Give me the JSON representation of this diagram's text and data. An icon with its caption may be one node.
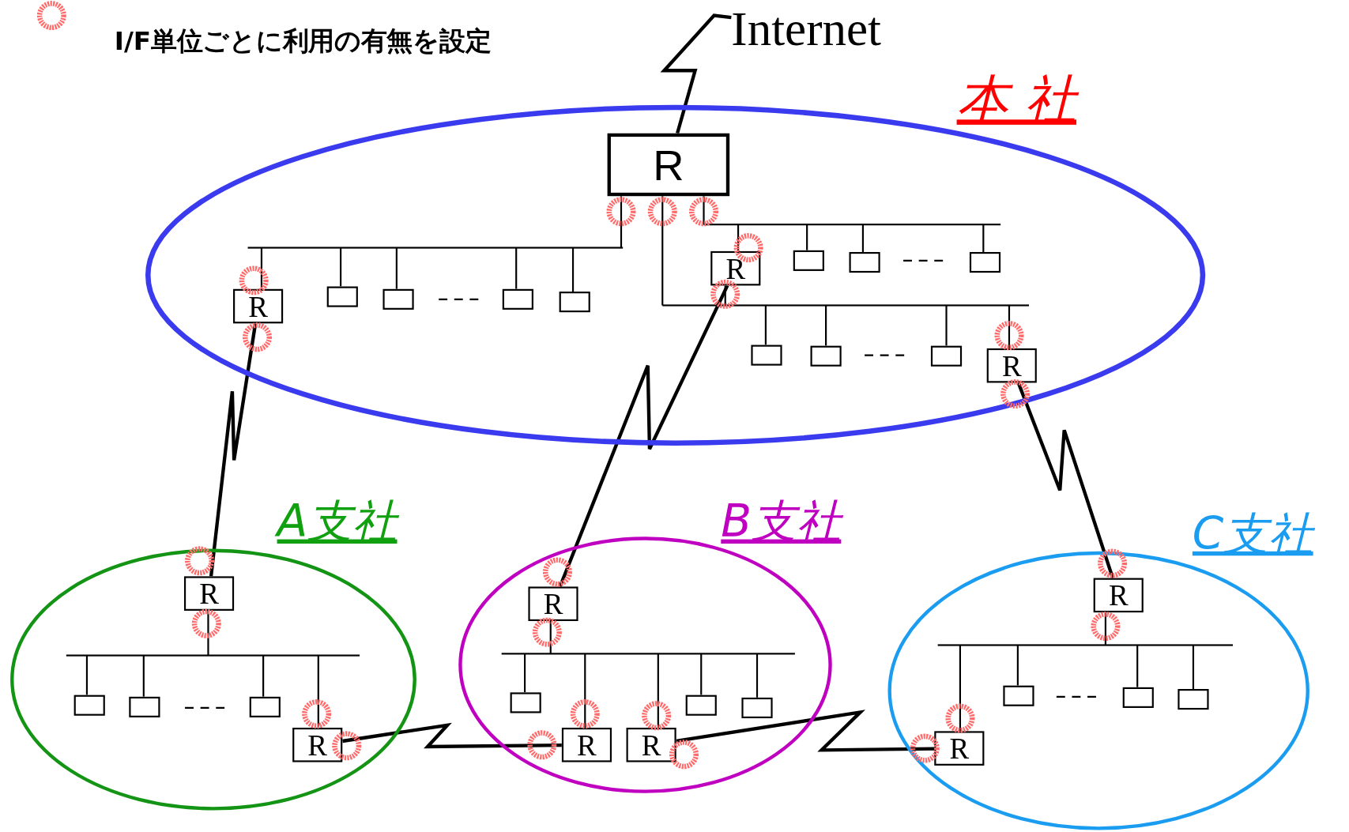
{
  "diagram": {
    "nodes": [
      {
        "text": [
          "Internet"
        ]
      },
      {
        "text": [
          "本 社"
        ]
      },
      {
        "text": [
          "R"
        ],
        "in": 1
      },
      {
        "text": [
          "R"
        ],
        "in": 1
      },
      {
        "text": [
          "R"
        ],
        "in": 1
      },
      {
        "text": [
          "R"
        ],
        "in": 1
      },
      {
        "text": [],
        "shape": "box",
        "in": 1
      },
      {
        "text": [],
        "shape": "box",
        "in": 1
      },
      {
        "text": [],
        "shape": "box",
        "in": 1
      },
      {
        "text": [],
        "shape": "box",
        "in": 1
      },
      {
        "text": [],
        "shape": "box",
        "in": 1
      },
      {
        "text": [],
        "shape": "box",
        "in": 1
      },
      {
        "text": [],
        "shape": "box",
        "in": 1
      },
      {
        "text": [],
        "shape": "box",
        "in": 1
      },
      {
        "text": [],
        "shape": "box",
        "in": 1
      },
      {
        "text": [],
        "shape": "box",
        "in": 1
      },
      {
        "text": [
          "A支社"
        ]
      },
      {
        "text": [
          "R"
        ],
        "in": 16
      },
      {
        "text": [
          "R"
        ],
        "in": 16
      },
      {
        "text": [],
        "shape": "box",
        "in": 16
      },
      {
        "text": [],
        "shape": "box",
        "in": 16
      },
      {
        "text": [],
        "shape": "box",
        "in": 16
      },
      {
        "text": [
          "B支社"
        ]
      },
      {
        "text": [
          "R"
        ],
        "in": 22
      },
      {
        "text": [
          "R"
        ],
        "in": 22
      },
      {
        "text": [
          "R"
        ],
        "in": 22
      },
      {
        "text": [],
        "shape": "box",
        "in": 22
      },
      {
        "text": [],
        "shape": "box",
        "in": 22
      },
      {
        "text": [],
        "shape": "box",
        "in": 22
      },
      {
        "text": [
          "C支社"
        ]
      },
      {
        "text": [
          "R"
        ],
        "in": 29
      },
      {
        "text": [
          "R"
        ],
        "in": 29
      },
      {
        "text": [],
        "shape": "box",
        "in": 29
      },
      {
        "text": [],
        "shape": "box",
        "in": 29
      },
      {
        "text": [],
        "shape": "box",
        "in": 29
      },
      {
        "text": [],
        "shape": "bar",
        "in": 1
      },
      {
        "text": [],
        "shape": "bar",
        "in": 1
      },
      {
        "text": [],
        "shape": "bar",
        "in": 1
      },
      {
        "text": [],
        "shape": "bar",
        "in": 16
      },
      {
        "text": [],
        "shape": "bar",
        "in": 22
      },
      {
        "text": [],
        "shape": "bar",
        "in": 29
      }
    ],
    "edges": [
      {
        "from": 0,
        "to": 2,
        "arrow": "none"
      },
      {
        "from": 3,
        "to": 17,
        "arrow": "none"
      },
      {
        "from": 4,
        "to": 23,
        "arrow": "none"
      },
      {
        "from": 5,
        "to": 30,
        "arrow": "none"
      },
      {
        "from": 18,
        "to": 24,
        "arrow": "none"
      },
      {
        "from": 25,
        "to": 31,
        "arrow": "none"
      },
      {
        "from": 2,
        "to": 35,
        "arrow": "none"
      },
      {
        "from": 35,
        "to": 3,
        "arrow": "none"
      },
      {
        "from": 35,
        "to": 6,
        "arrow": "none"
      },
      {
        "from": 35,
        "to": 7,
        "arrow": "none"
      },
      {
        "from": 35,
        "to": 8,
        "arrow": "none"
      },
      {
        "from": 35,
        "to": 9,
        "arrow": "none"
      },
      {
        "from": 2,
        "to": 36,
        "arrow": "none"
      },
      {
        "from": 36,
        "to": 4,
        "arrow": "none"
      },
      {
        "from": 36,
        "to": 10,
        "arrow": "none"
      },
      {
        "from": 36,
        "to": 11,
        "arrow": "none"
      },
      {
        "from": 36,
        "to": 12,
        "arrow": "none"
      },
      {
        "from": 2,
        "to": 37,
        "arrow": "none"
      },
      {
        "from": 37,
        "to": 4,
        "arrow": "none"
      },
      {
        "from": 37,
        "to": 13,
        "arrow": "none"
      },
      {
        "from": 37,
        "to": 14,
        "arrow": "none"
      },
      {
        "from": 37,
        "to": 15,
        "arrow": "none"
      },
      {
        "from": 37,
        "to": 5,
        "arrow": "none"
      },
      {
        "from": 17,
        "to": 38,
        "arrow": "none"
      },
      {
        "from": 38,
        "to": 19,
        "arrow": "none"
      },
      {
        "from": 38,
        "to": 20,
        "arrow": "none"
      },
      {
        "from": 38,
        "to": 21,
        "arrow": "none"
      },
      {
        "from": 38,
        "to": 18,
        "arrow": "none"
      },
      {
        "from": 23,
        "to": 39,
        "arrow": "none"
      },
      {
        "from": 39,
        "to": 26,
        "arrow": "none"
      },
      {
        "from": 39,
        "to": 24,
        "arrow": "none"
      },
      {
        "from": 39,
        "to": 25,
        "arrow": "none"
      },
      {
        "from": 39,
        "to": 27,
        "arrow": "none"
      },
      {
        "from": 39,
        "to": 28,
        "arrow": "none"
      },
      {
        "from": 30,
        "to": 40,
        "arrow": "none"
      },
      {
        "from": 40,
        "to": 31,
        "arrow": "none"
      },
      {
        "from": 40,
        "to": 32,
        "arrow": "none"
      },
      {
        "from": 40,
        "to": 33,
        "arrow": "none"
      },
      {
        "from": 40,
        "to": 34,
        "arrow": "none"
      }
    ],
    "legend": [
      {
        "text": "I/F単位ごとに利用の有無を設定"
      }
    ]
  }
}
